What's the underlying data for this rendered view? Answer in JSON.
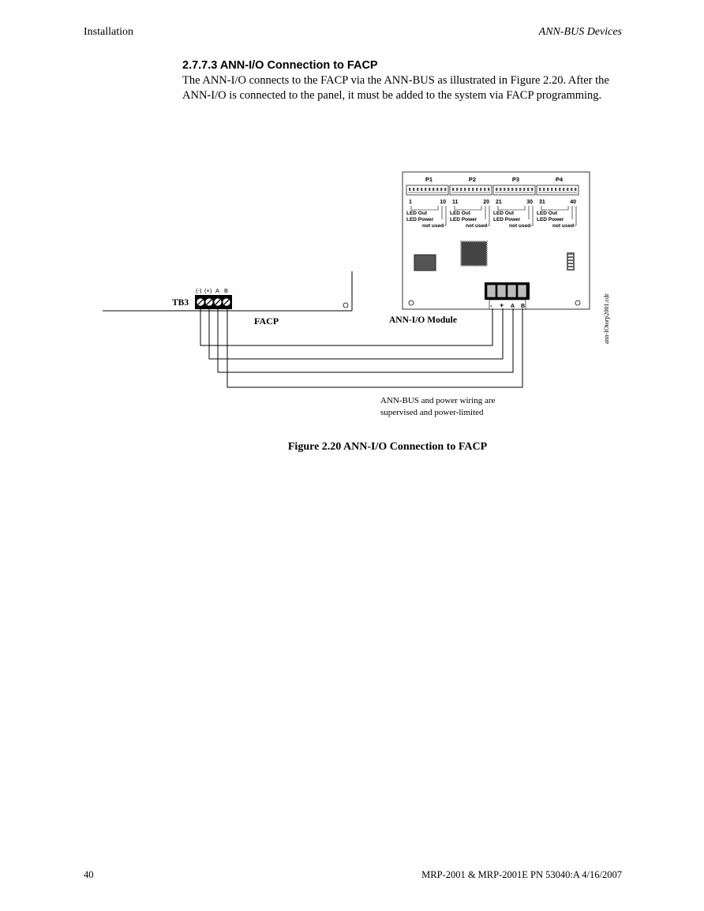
{
  "header": {
    "left": "Installation",
    "right": "ANN-BUS Devices"
  },
  "section": {
    "title": "2.7.7.3 ANN-I/O Connection to FACP",
    "body": "The ANN-I/O connects to the FACP via the ANN-BUS as illustrated in Figure 2.20. After the ANN-I/O is connected to the panel, it must be added to the system via FACP programming."
  },
  "diagram": {
    "tb3_label": "TB3",
    "tb3_terminals": [
      "(-)",
      "(+)",
      "A",
      "B"
    ],
    "facp_label": "FACP",
    "module_label": "ANN-I/O Module",
    "module_terminals": [
      "-",
      "+",
      "A",
      "B"
    ],
    "connectors": [
      {
        "name": "P1",
        "start": "1",
        "end": "10"
      },
      {
        "name": "P2",
        "start": "11",
        "end": "20"
      },
      {
        "name": "P3",
        "start": "21",
        "end": "30"
      },
      {
        "name": "P4",
        "start": "31",
        "end": "40"
      }
    ],
    "pin_labels": {
      "led_out": "LED Out",
      "led_power": "LED Power",
      "not_used": "not used"
    },
    "wiring_note_line1": "ANN-BUS and power wiring are",
    "wiring_note_line2": "supervised and power-limited",
    "file_ref": "ann-IOtorp2001.cdr"
  },
  "figure_caption": "Figure 2.20 ANN-I/O Connection to FACP",
  "footer": {
    "page_number": "40",
    "doc_ref": "MRP-2001 & MRP-2001E   PN 53040:A  4/16/2007"
  }
}
